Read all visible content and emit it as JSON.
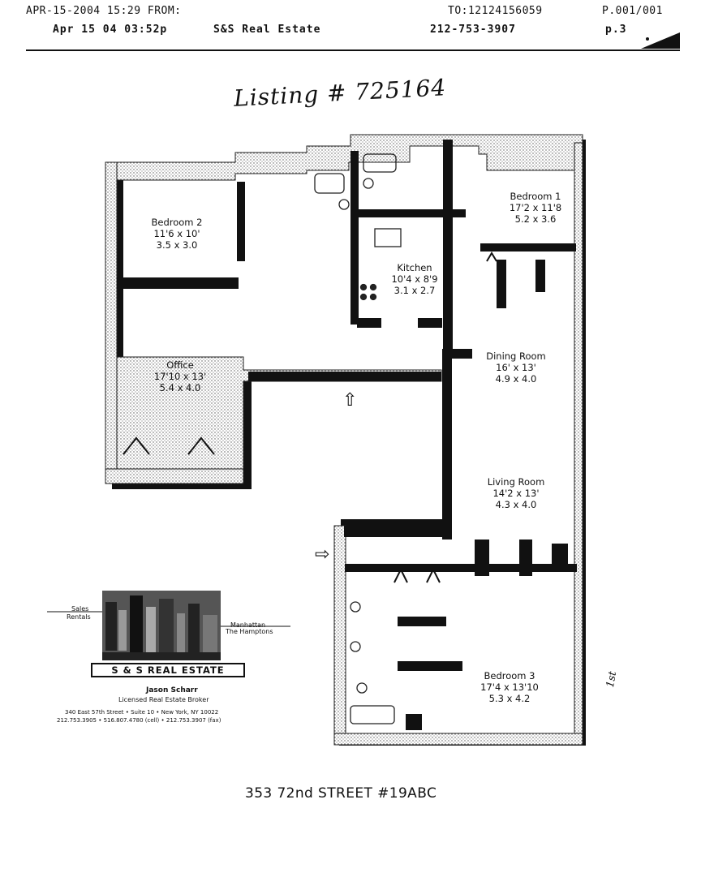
{
  "fax_header": {
    "line1_left": "APR-15-2004 15:29 FROM:",
    "line1_to": "TO:12124156059",
    "line1_page": "P.001/001",
    "line2_date": "Apr 15 04 03:52p",
    "line2_company": "S&S Real Estate",
    "line2_phone": "212-753-3907",
    "line2_page": "p.3"
  },
  "handwritten_listing": "Listing # 725164",
  "rooms": [
    {
      "id": "bedroom-1",
      "name": "Bedroom 1",
      "imperial": "17'2 x 11'8",
      "metric": "5.2 x 3.6"
    },
    {
      "id": "bedroom-2",
      "name": "Bedroom 2",
      "imperial": "11'6 x 10'",
      "metric": "3.5 x 3.0"
    },
    {
      "id": "kitchen",
      "name": "Kitchen",
      "imperial": "10'4 x 8'9",
      "metric": "3.1 x 2.7"
    },
    {
      "id": "office",
      "name": "Office",
      "imperial": "17'10 x 13'",
      "metric": "5.4 x 4.0"
    },
    {
      "id": "dining-room",
      "name": "Dining Room",
      "imperial": "16' x 13'",
      "metric": "4.9 x 4.0"
    },
    {
      "id": "living-room",
      "name": "Living Room",
      "imperial": "14'2 x 13'",
      "metric": "4.3 x 4.0"
    },
    {
      "id": "bedroom-3",
      "name": "Bedroom 3",
      "imperial": "17'4 x 13'10",
      "metric": "5.3 x 4.2"
    }
  ],
  "entry_arrows": [
    "⇧",
    "⇨"
  ],
  "business_card": {
    "left_label_1": "Sales",
    "left_label_2": "Rentals",
    "right_label_1": "Manhattan",
    "right_label_2": "The Hamptons",
    "brand": "S & S REAL ESTATE",
    "agent_name": "Jason Scharr",
    "agent_title": "Licensed Real Estate Broker",
    "address_line": "340 East 57th Street • Suite 10 • New York, NY 10022",
    "phones_line": "212.753.3905 • 516.807.4780 (cell) • 212.753.3907 (fax)"
  },
  "address": "353 72nd STREET #19ABC",
  "margin_note": "1st"
}
